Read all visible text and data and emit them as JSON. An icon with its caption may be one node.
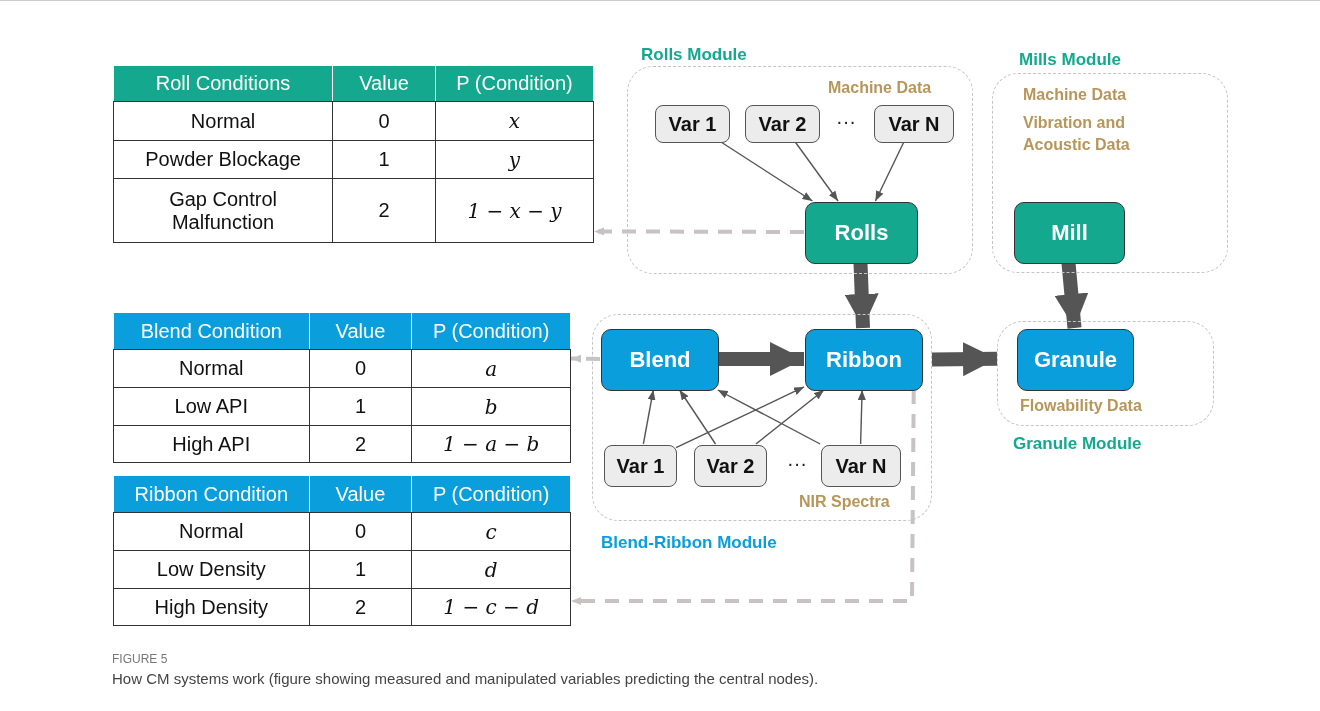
{
  "diagram": {
    "caption": "How CM systems work (figure showing measured and manipulated variables predicting the central nodes).",
    "nodes": [
      {
        "text": [
          "Rolls Module",
          "Machine Data"
        ]
      },
      {
        "text": [
          "Var 1"
        ],
        "in": 0
      },
      {
        "text": [
          "Var 2"
        ],
        "in": 0
      },
      {
        "text": [
          "Var N"
        ],
        "in": 0
      },
      {
        "text": [
          "Rolls"
        ],
        "in": 0
      },
      {
        "text": [
          "Mills Module",
          "Machine Data",
          "Vibration and Acoustic Data"
        ]
      },
      {
        "text": [
          "Mill"
        ],
        "in": 5
      },
      {
        "text": [
          "NIR Spectra",
          "Blend-Ribbon Module"
        ]
      },
      {
        "text": [
          "Blend"
        ],
        "in": 7
      },
      {
        "text": [
          "Ribbon"
        ],
        "in": 7
      },
      {
        "text": [
          "Var 1"
        ],
        "in": 7
      },
      {
        "text": [
          "Var 2"
        ],
        "in": 7
      },
      {
        "text": [
          "Var N"
        ],
        "in": 7
      },
      {
        "text": [
          "Flowability Data",
          "Granule Module"
        ]
      },
      {
        "text": [
          "Granule"
        ],
        "in": 13
      },
      {
        "text": [
          "Roll Conditions",
          "Value",
          "P (Condition)",
          "Normal",
          "0",
          "x",
          "Powder Blockage",
          "1",
          "y",
          "Gap Control Malfunction",
          "2",
          "1 − x − y"
        ]
      },
      {
        "text": [
          "Blend Condition",
          "Value",
          "P (Condition)",
          "Normal",
          "0",
          "a",
          "Low API",
          "1",
          "b",
          "High API",
          "2",
          "1 − a − b"
        ]
      },
      {
        "text": [
          "Ribbon Condition",
          "Value",
          "P (Condition)",
          "Normal",
          "0",
          "c",
          "Low Density",
          "1",
          "d",
          "High Density",
          "2",
          "1 − c − d"
        ]
      }
    ],
    "edges": [
      {
        "from": 1,
        "to": 4,
        "arrow": "to"
      },
      {
        "from": 2,
        "to": 4,
        "arrow": "to"
      },
      {
        "from": 3,
        "to": 4,
        "arrow": "to"
      },
      {
        "from": 4,
        "to": 15,
        "arrow": "to",
        "style": "dashed",
        "color": "#c8c2c2"
      },
      {
        "from": 4,
        "to": 9,
        "arrow": "to",
        "style": "thick"
      },
      {
        "from": 6,
        "to": 14,
        "arrow": "to",
        "style": "thick"
      },
      {
        "from": 8,
        "to": 9,
        "arrow": "to",
        "style": "thick"
      },
      {
        "from": 10,
        "to": 8,
        "arrow": "to"
      },
      {
        "from": 10,
        "to": 9,
        "arrow": "to"
      },
      {
        "from": 11,
        "to": 8,
        "arrow": "to"
      },
      {
        "from": 11,
        "to": 9,
        "arrow": "to"
      },
      {
        "from": 12,
        "to": 8,
        "arrow": "to"
      },
      {
        "from": 12,
        "to": 9,
        "arrow": "to"
      },
      {
        "from": 8,
        "to": 16,
        "arrow": "to",
        "style": "dashed",
        "color": "#c8c2c2"
      },
      {
        "from": 9,
        "to": 17,
        "arrow": "to",
        "style": "dashed",
        "color": "#c8c2c2"
      },
      {
        "from": 7,
        "to": 13,
        "arrow": "to",
        "style": "thick"
      }
    ],
    "labels": [
      "···",
      "···",
      "FIGURE 5"
    ]
  }
}
